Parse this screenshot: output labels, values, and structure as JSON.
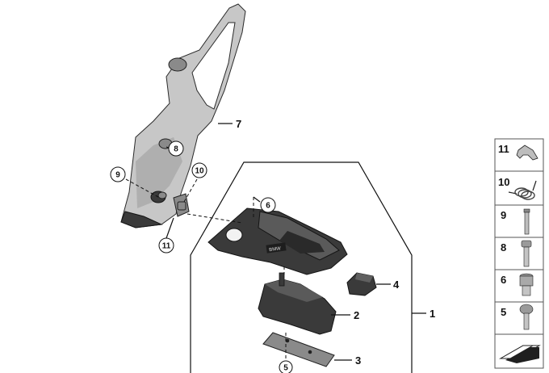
{
  "callouts": {
    "p1": "1",
    "p2": "2",
    "p3": "3",
    "p4": "4",
    "p5": "5",
    "p6": "6",
    "p7": "7",
    "p8": "8",
    "p9": "9",
    "p10": "10",
    "p11": "11"
  },
  "sidebar": {
    "items": [
      {
        "label": "11",
        "icon": "circlip-icon"
      },
      {
        "label": "10",
        "icon": "torsion-spring-icon"
      },
      {
        "label": "9",
        "icon": "pin-icon"
      },
      {
        "label": "8",
        "icon": "hex-bolt-icon"
      },
      {
        "label": "6",
        "icon": "collar-bolt-icon"
      },
      {
        "label": "5",
        "icon": "flange-bolt-icon"
      }
    ],
    "footer_icon": "arrow-icon"
  },
  "footpeg_marking": "BMW"
}
